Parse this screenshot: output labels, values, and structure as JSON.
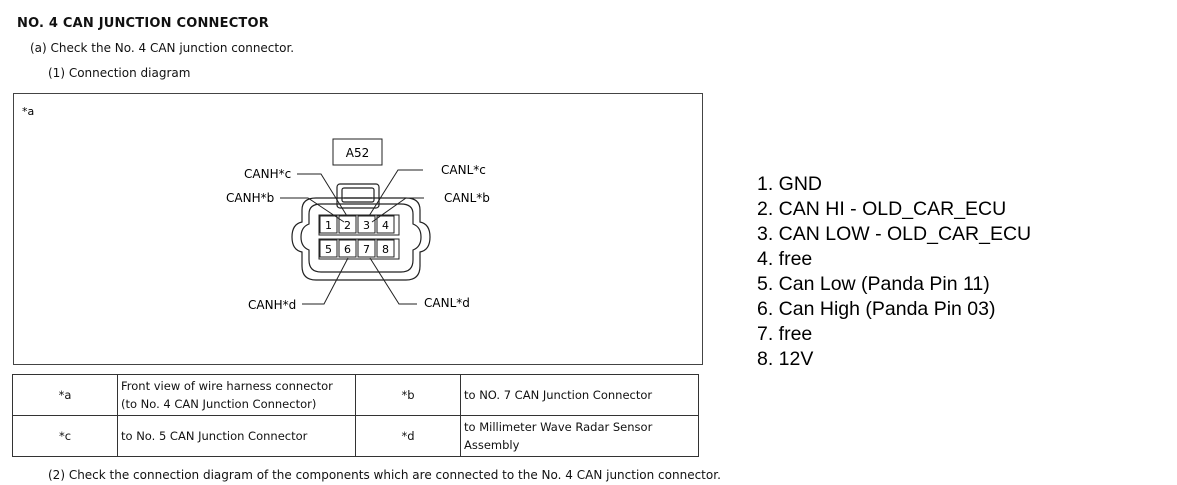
{
  "heading": "NO. 4 CAN JUNCTION CONNECTOR",
  "step_a": "(a) Check the No. 4 CAN junction connector.",
  "step_1": "(1) Connection diagram",
  "step_2": "(2) Check the connection diagram of the components which are connected to the No. 4 CAN junction connector.",
  "diagram": {
    "corner_tag": "*a",
    "connector_id": "A52",
    "labels": {
      "canh_c": "CANH*c",
      "canh_b": "CANH*b",
      "canh_d": "CANH*d",
      "canl_c": "CANL*c",
      "canl_b": "CANL*b",
      "canl_d": "CANL*d"
    },
    "pin_numbers": [
      "1",
      "2",
      "3",
      "4",
      "5",
      "6",
      "7",
      "8"
    ]
  },
  "legend": [
    {
      "key1": "*a",
      "val1a": "Front view of wire harness connector",
      "val1b": "(to No. 4 CAN Junction Connector)",
      "key2": "*b",
      "val2a": "to NO. 7 CAN Junction Connector",
      "val2b": ""
    },
    {
      "key1": "*c",
      "val1a": "to No. 5 CAN Junction Connector",
      "val1b": "",
      "key2": "*d",
      "val2a": "to Millimeter Wave Radar Sensor",
      "val2b": "Assembly"
    }
  ],
  "pinout": [
    "1. GND",
    "2. CAN HI - OLD_CAR_ECU",
    "3. CAN LOW - OLD_CAR_ECU",
    "4. free",
    "5. Can Low (Panda Pin 11)",
    "6. Can High (Panda Pin 03)",
    "7. free",
    "8. 12V"
  ]
}
